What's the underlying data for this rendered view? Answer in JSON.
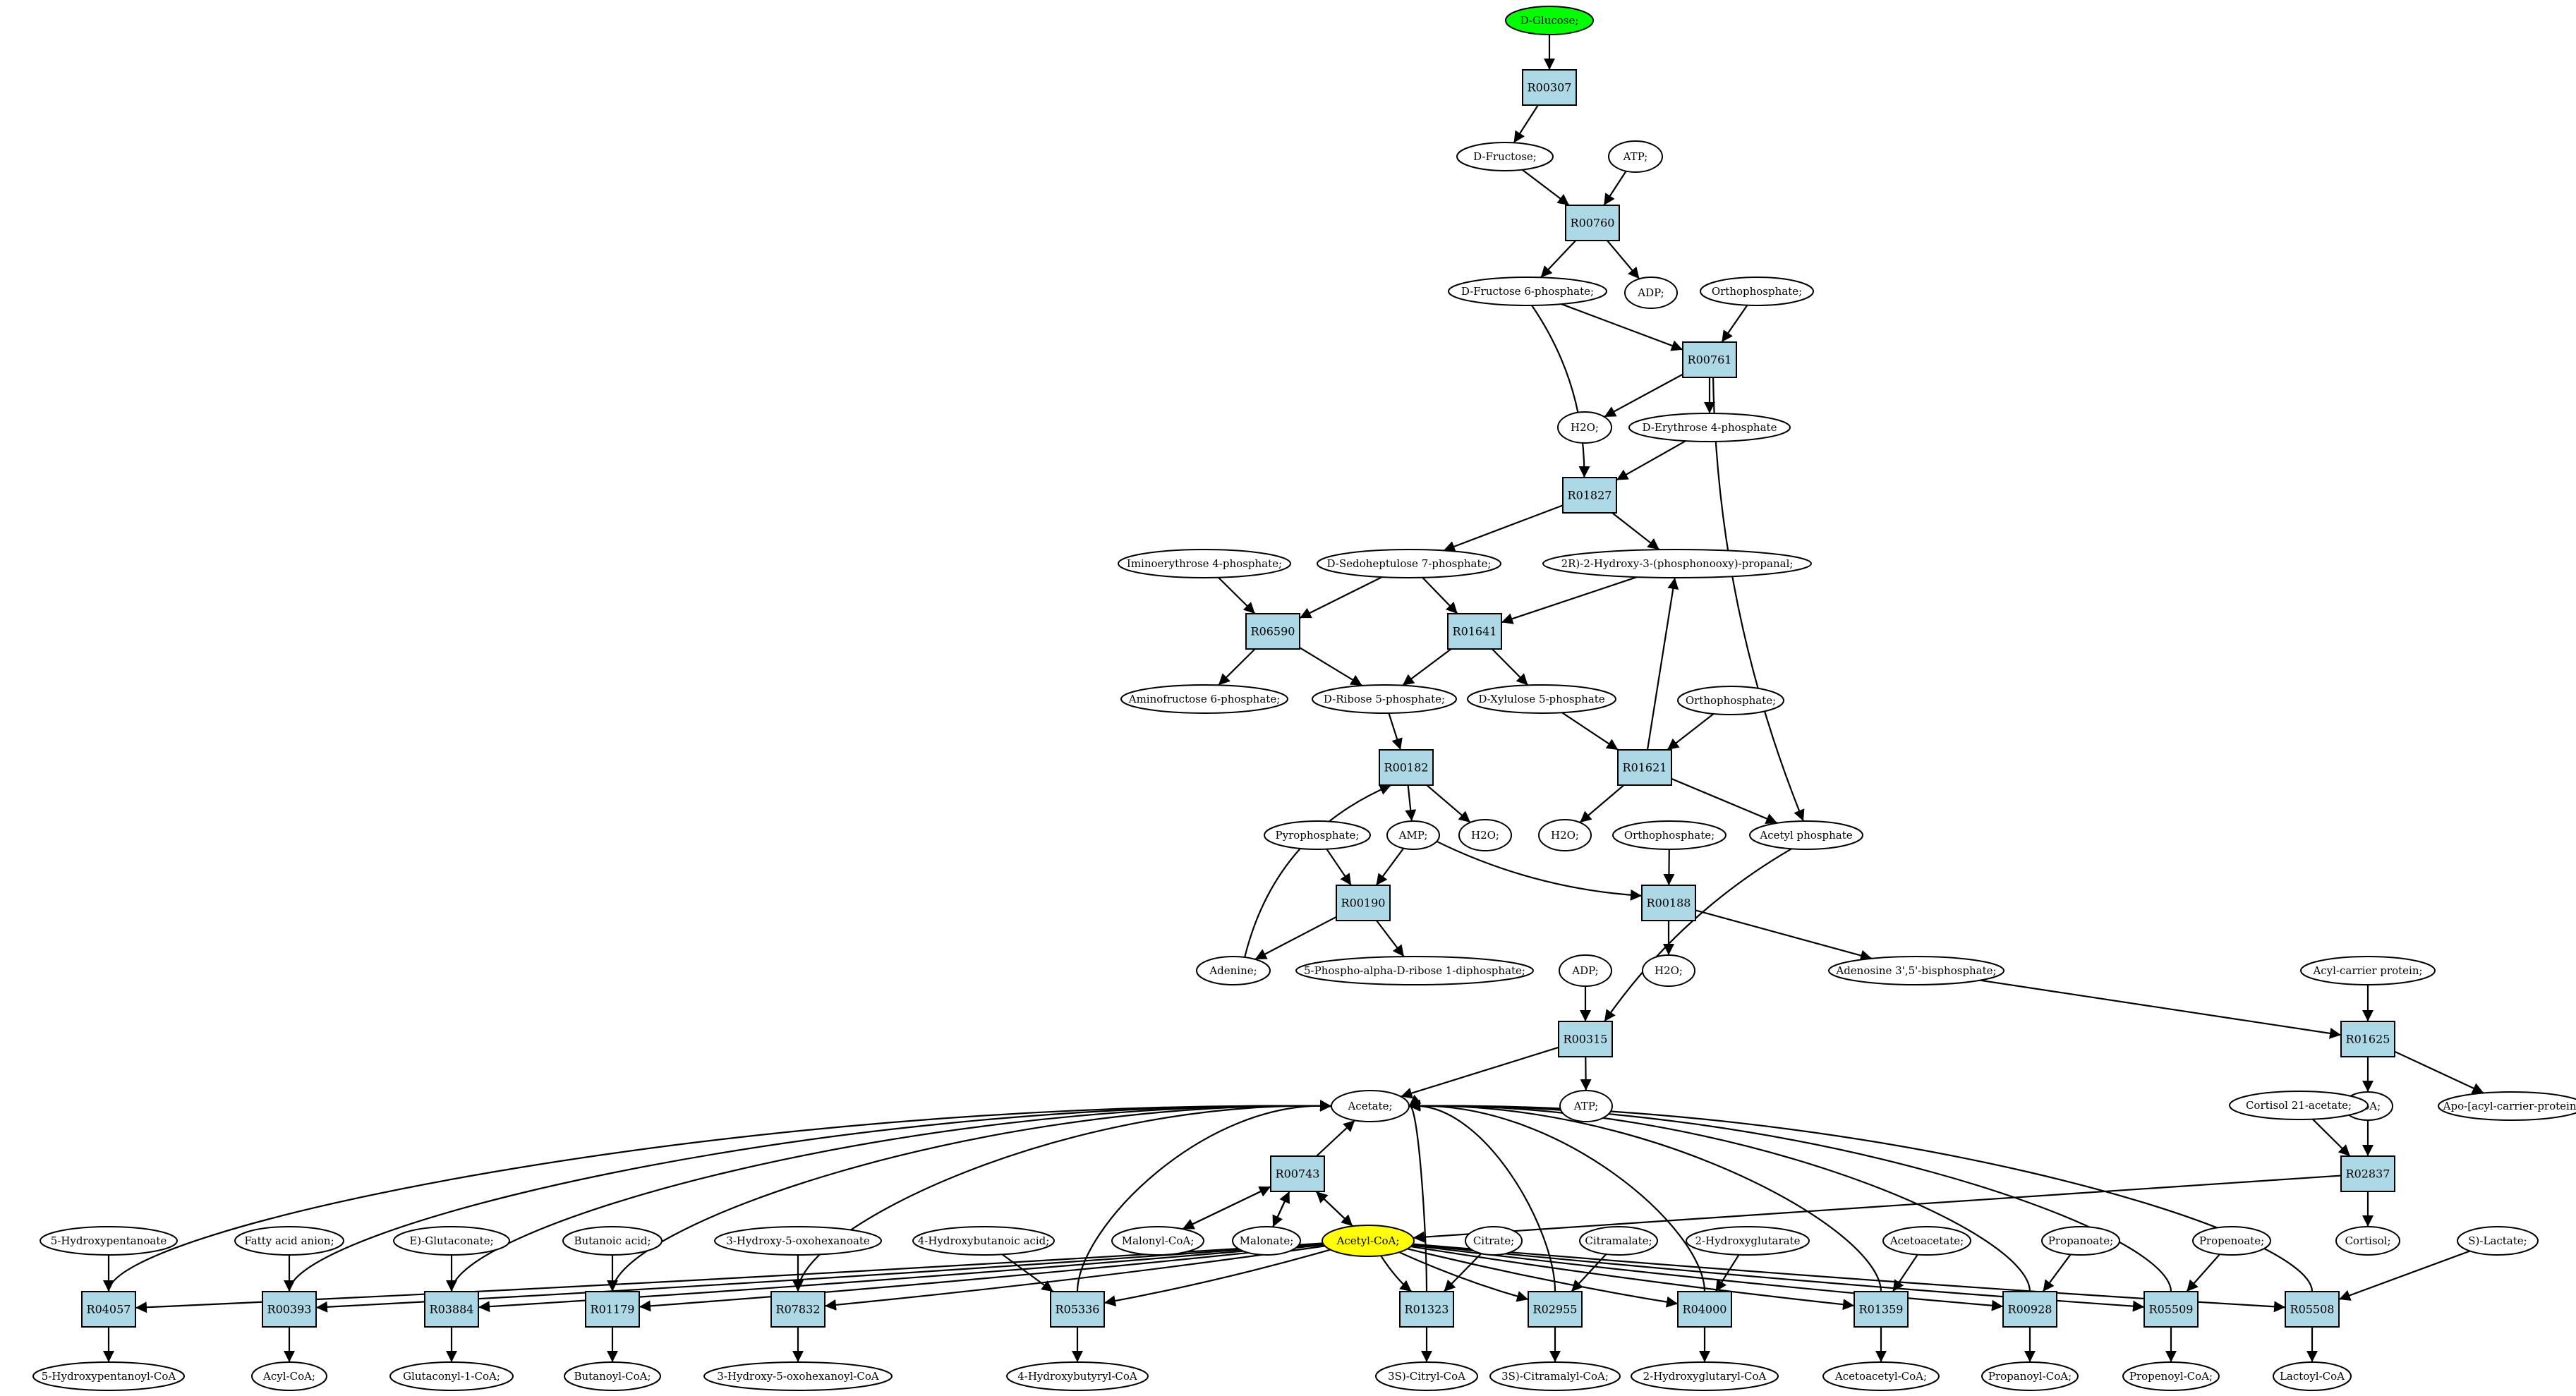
{
  "colors": {
    "start_fill": "#00ff00",
    "highlight_fill": "#ffff00",
    "reaction_fill": "#add8e6",
    "compound_fill": "#ffffff",
    "line": "#000000"
  },
  "nodes": {
    "glucose": {
      "label": "D-Glucose;",
      "type": "start"
    },
    "r00307": {
      "label": "R00307",
      "type": "reaction"
    },
    "fructose": {
      "label": "D-Fructose;",
      "type": "compound"
    },
    "atp1": {
      "label": "ATP;",
      "type": "compound"
    },
    "r00760": {
      "label": "R00760",
      "type": "reaction"
    },
    "f6p": {
      "label": "D-Fructose 6-phosphate;",
      "type": "compound"
    },
    "adp1": {
      "label": "ADP;",
      "type": "compound"
    },
    "orthophosphate1": {
      "label": "Orthophosphate;",
      "type": "compound"
    },
    "r00761": {
      "label": "R00761",
      "type": "reaction"
    },
    "h2o1": {
      "label": "H2O;",
      "type": "compound"
    },
    "e4p": {
      "label": "D-Erythrose 4-phosphate",
      "type": "compound"
    },
    "r01827": {
      "label": "R01827",
      "type": "reaction"
    },
    "iminoerythrose": {
      "label": "Iminoerythrose 4-phosphate;",
      "type": "compound"
    },
    "s7p": {
      "label": "D-Sedoheptulose 7-phosphate;",
      "type": "compound"
    },
    "hpp": {
      "label": "2R)-2-Hydroxy-3-(phosphonooxy)-propanal;",
      "type": "compound"
    },
    "r06590": {
      "label": "R06590",
      "type": "reaction"
    },
    "r01641": {
      "label": "R01641",
      "type": "reaction"
    },
    "aminofructose": {
      "label": "Aminofructose 6-phosphate;",
      "type": "compound"
    },
    "r5p": {
      "label": "D-Ribose 5-phosphate;",
      "type": "compound"
    },
    "x5p": {
      "label": "D-Xylulose 5-phosphate",
      "type": "compound"
    },
    "orthophosphate2": {
      "label": "Orthophosphate;",
      "type": "compound"
    },
    "r00182": {
      "label": "R00182",
      "type": "reaction"
    },
    "r01621": {
      "label": "R01621",
      "type": "reaction"
    },
    "pyrophosphate": {
      "label": "Pyrophosphate;",
      "type": "compound"
    },
    "amp": {
      "label": "AMP;",
      "type": "compound"
    },
    "h2o2": {
      "label": "H2O;",
      "type": "compound"
    },
    "h2o3": {
      "label": "H2O;",
      "type": "compound"
    },
    "orthophosphate3": {
      "label": "Orthophosphate;",
      "type": "compound"
    },
    "acetylphosphate": {
      "label": "Acetyl phosphate",
      "type": "compound"
    },
    "r00190": {
      "label": "R00190",
      "type": "reaction"
    },
    "r00188": {
      "label": "R00188",
      "type": "reaction"
    },
    "adenine": {
      "label": "Adenine;",
      "type": "compound"
    },
    "prpp": {
      "label": "5-Phospho-alpha-D-ribose 1-diphosphate;",
      "type": "compound"
    },
    "h2o4": {
      "label": "H2O;",
      "type": "compound"
    },
    "pap": {
      "label": "Adenosine 3',5'-bisphosphate;",
      "type": "compound"
    },
    "adp2": {
      "label": "ADP;",
      "type": "compound"
    },
    "acp": {
      "label": "Acyl-carrier protein;",
      "type": "compound"
    },
    "r00315": {
      "label": "R00315",
      "type": "reaction"
    },
    "r01625": {
      "label": "R01625",
      "type": "reaction"
    },
    "acetate": {
      "label": "Acetate;",
      "type": "compound"
    },
    "atp2": {
      "label": "ATP;",
      "type": "compound"
    },
    "coa": {
      "label": "CoA;",
      "type": "compound"
    },
    "apoacp": {
      "label": "Apo-[acyl-carrier-protein]",
      "type": "compound"
    },
    "cortisolacetate": {
      "label": "Cortisol 21-acetate;",
      "type": "compound"
    },
    "r00743": {
      "label": "R00743",
      "type": "reaction"
    },
    "r02837": {
      "label": "R02837",
      "type": "reaction"
    },
    "hydroxypentanoate": {
      "label": "5-Hydroxypentanoate",
      "type": "compound"
    },
    "fattyacid": {
      "label": "Fatty acid anion;",
      "type": "compound"
    },
    "glutaconate": {
      "label": "E)-Glutaconate;",
      "type": "compound"
    },
    "butanoic": {
      "label": "Butanoic acid;",
      "type": "compound"
    },
    "oxohexanoate": {
      "label": "3-Hydroxy-5-oxohexanoate",
      "type": "compound"
    },
    "hydroxybutanoic": {
      "label": "4-Hydroxybutanoic acid;",
      "type": "compound"
    },
    "malonylcoa": {
      "label": "Malonyl-CoA;",
      "type": "compound"
    },
    "malonate": {
      "label": "Malonate;",
      "type": "compound"
    },
    "acetylcoa": {
      "label": "Acetyl-CoA;",
      "type": "highlight"
    },
    "citrate": {
      "label": "Citrate;",
      "type": "compound"
    },
    "citramalate": {
      "label": "Citramalate;",
      "type": "compound"
    },
    "hydroxyglutarate": {
      "label": "2-Hydroxyglutarate",
      "type": "compound"
    },
    "acetoacetate": {
      "label": "Acetoacetate;",
      "type": "compound"
    },
    "propanoate": {
      "label": "Propanoate;",
      "type": "compound"
    },
    "propenoate": {
      "label": "Propenoate;",
      "type": "compound"
    },
    "lactate": {
      "label": "S)-Lactate;",
      "type": "compound"
    },
    "cortisol": {
      "label": "Cortisol;",
      "type": "compound"
    },
    "r04057": {
      "label": "R04057",
      "type": "reaction"
    },
    "r00393": {
      "label": "R00393",
      "type": "reaction"
    },
    "r03884": {
      "label": "R03884",
      "type": "reaction"
    },
    "r01179": {
      "label": "R01179",
      "type": "reaction"
    },
    "r07832": {
      "label": "R07832",
      "type": "reaction"
    },
    "r05336": {
      "label": "R05336",
      "type": "reaction"
    },
    "r01323": {
      "label": "R01323",
      "type": "reaction"
    },
    "r02955": {
      "label": "R02955",
      "type": "reaction"
    },
    "r04000": {
      "label": "R04000",
      "type": "reaction"
    },
    "r01359": {
      "label": "R01359",
      "type": "reaction"
    },
    "r00928": {
      "label": "R00928",
      "type": "reaction"
    },
    "r05509": {
      "label": "R05509",
      "type": "reaction"
    },
    "r05508": {
      "label": "R05508",
      "type": "reaction"
    },
    "hydroxypentanoylcoa": {
      "label": "5-Hydroxypentanoyl-CoA",
      "type": "compound"
    },
    "acylcoa": {
      "label": "Acyl-CoA;",
      "type": "compound"
    },
    "glutaconylcoa": {
      "label": "Glutaconyl-1-CoA;",
      "type": "compound"
    },
    "butanoylcoa": {
      "label": "Butanoyl-CoA;",
      "type": "compound"
    },
    "oxohexanoylcoa": {
      "label": "3-Hydroxy-5-oxohexanoyl-CoA",
      "type": "compound"
    },
    "hydroxybutyrylcoa": {
      "label": "4-Hydroxybutyryl-CoA",
      "type": "compound"
    },
    "citrylcoa": {
      "label": "3S)-Citryl-CoA",
      "type": "compound"
    },
    "citramalylcoa": {
      "label": "3S)-Citramalyl-CoA;",
      "type": "compound"
    },
    "hydroxyglutarylcoa": {
      "label": "2-Hydroxyglutaryl-CoA",
      "type": "compound"
    },
    "acetoacetylcoa": {
      "label": "Acetoacetyl-CoA;",
      "type": "compound"
    },
    "propanoylcoa": {
      "label": "Propanoyl-CoA;",
      "type": "compound"
    },
    "propenoylcoa": {
      "label": "Propenoyl-CoA;",
      "type": "compound"
    },
    "lactoylcoa": {
      "label": "Lactoyl-CoA",
      "type": "compound"
    }
  },
  "edges": [
    [
      "glucose",
      "r00307"
    ],
    [
      "r00307",
      "fructose"
    ],
    [
      "fructose",
      "r00760"
    ],
    [
      "atp1",
      "r00760"
    ],
    [
      "r00760",
      "f6p"
    ],
    [
      "r00760",
      "adp1"
    ],
    [
      "f6p",
      "r00761"
    ],
    [
      "orthophosphate1",
      "r00761"
    ],
    [
      "r00761",
      "h2o1"
    ],
    [
      "r00761",
      "e4p"
    ],
    [
      "r00761",
      "acetylphosphate"
    ],
    [
      "f6p",
      "r01827"
    ],
    [
      "e4p",
      "r01827"
    ],
    [
      "r01827",
      "s7p"
    ],
    [
      "r01827",
      "hpp"
    ],
    [
      "iminoerythrose",
      "r06590"
    ],
    [
      "s7p",
      "r06590"
    ],
    [
      "s7p",
      "r01641"
    ],
    [
      "hpp",
      "r01641"
    ],
    [
      "r06590",
      "aminofructose"
    ],
    [
      "r06590",
      "r5p"
    ],
    [
      "r01641",
      "r5p"
    ],
    [
      "r01641",
      "x5p"
    ],
    [
      "x5p",
      "r01621"
    ],
    [
      "orthophosphate2",
      "r01621"
    ],
    [
      "r01621",
      "hpp"
    ],
    [
      "r01621",
      "h2o3"
    ],
    [
      "r01621",
      "acetylphosphate"
    ],
    [
      "r5p",
      "r00182"
    ],
    [
      "r00182",
      "amp"
    ],
    [
      "r00182",
      "h2o2"
    ],
    [
      "adenine",
      "r00182"
    ],
    [
      "pyrophosphate",
      "r00190"
    ],
    [
      "amp",
      "r00190"
    ],
    [
      "r00190",
      "adenine"
    ],
    [
      "r00190",
      "prpp"
    ],
    [
      "amp",
      "r00188"
    ],
    [
      "orthophosphate3",
      "r00188"
    ],
    [
      "r00188",
      "h2o4"
    ],
    [
      "r00188",
      "pap"
    ],
    [
      "pap",
      "r01625"
    ],
    [
      "acp",
      "r01625"
    ],
    [
      "r01625",
      "coa"
    ],
    [
      "r01625",
      "apoacp"
    ],
    [
      "coa",
      "r02837"
    ],
    [
      "cortisolacetate",
      "r02837"
    ],
    [
      "r02837",
      "cortisol"
    ],
    [
      "r02837",
      "acetylcoa"
    ],
    [
      "adp2",
      "r00315"
    ],
    [
      "acetylphosphate",
      "r00315"
    ],
    [
      "r00315",
      "acetate"
    ],
    [
      "r00315",
      "atp2"
    ],
    [
      "acetylcoa",
      "r00743"
    ],
    [
      "malonylcoa",
      "r00743"
    ],
    [
      "malonate",
      "r00743"
    ],
    [
      "r00743",
      "acetate"
    ],
    [
      "r00743",
      "malonylcoa"
    ],
    [
      "r00743",
      "malonate"
    ],
    [
      "r00743",
      "acetylcoa"
    ],
    [
      "acetylcoa",
      "r04057"
    ],
    [
      "hydroxypentanoate",
      "r04057"
    ],
    [
      "r04057",
      "hydroxypentanoylcoa"
    ],
    [
      "r04057",
      "acetate"
    ],
    [
      "acetylcoa",
      "r00393"
    ],
    [
      "fattyacid",
      "r00393"
    ],
    [
      "r00393",
      "acylcoa"
    ],
    [
      "r00393",
      "acetate"
    ],
    [
      "acetylcoa",
      "r03884"
    ],
    [
      "glutaconate",
      "r03884"
    ],
    [
      "r03884",
      "glutaconylcoa"
    ],
    [
      "r03884",
      "acetate"
    ],
    [
      "acetylcoa",
      "r01179"
    ],
    [
      "butanoic",
      "r01179"
    ],
    [
      "r01179",
      "butanoylcoa"
    ],
    [
      "r01179",
      "acetate"
    ],
    [
      "acetylcoa",
      "r07832"
    ],
    [
      "oxohexanoate",
      "r07832"
    ],
    [
      "r07832",
      "oxohexanoylcoa"
    ],
    [
      "r07832",
      "acetate"
    ],
    [
      "acetylcoa",
      "r05336"
    ],
    [
      "hydroxybutanoic",
      "r05336"
    ],
    [
      "r05336",
      "hydroxybutyrylcoa"
    ],
    [
      "r05336",
      "acetate"
    ],
    [
      "acetylcoa",
      "r01323"
    ],
    [
      "citrate",
      "r01323"
    ],
    [
      "r01323",
      "citrylcoa"
    ],
    [
      "r01323",
      "acetate"
    ],
    [
      "acetylcoa",
      "r02955"
    ],
    [
      "citramalate",
      "r02955"
    ],
    [
      "r02955",
      "citramalylcoa"
    ],
    [
      "r02955",
      "acetate"
    ],
    [
      "acetylcoa",
      "r04000"
    ],
    [
      "hydroxyglutarate",
      "r04000"
    ],
    [
      "r04000",
      "hydroxyglutarylcoa"
    ],
    [
      "r04000",
      "acetate"
    ],
    [
      "acetylcoa",
      "r01359"
    ],
    [
      "acetoacetate",
      "r01359"
    ],
    [
      "r01359",
      "acetoacetylcoa"
    ],
    [
      "r01359",
      "acetate"
    ],
    [
      "acetylcoa",
      "r00928"
    ],
    [
      "propanoate",
      "r00928"
    ],
    [
      "r00928",
      "propanoylcoa"
    ],
    [
      "r00928",
      "acetate"
    ],
    [
      "acetylcoa",
      "r05509"
    ],
    [
      "propenoate",
      "r05509"
    ],
    [
      "r05509",
      "propenoylcoa"
    ],
    [
      "r05509",
      "acetate"
    ],
    [
      "acetylcoa",
      "r05508"
    ],
    [
      "lactate",
      "r05508"
    ],
    [
      "r05508",
      "lactoylcoa"
    ],
    [
      "r05508",
      "acetate"
    ]
  ]
}
